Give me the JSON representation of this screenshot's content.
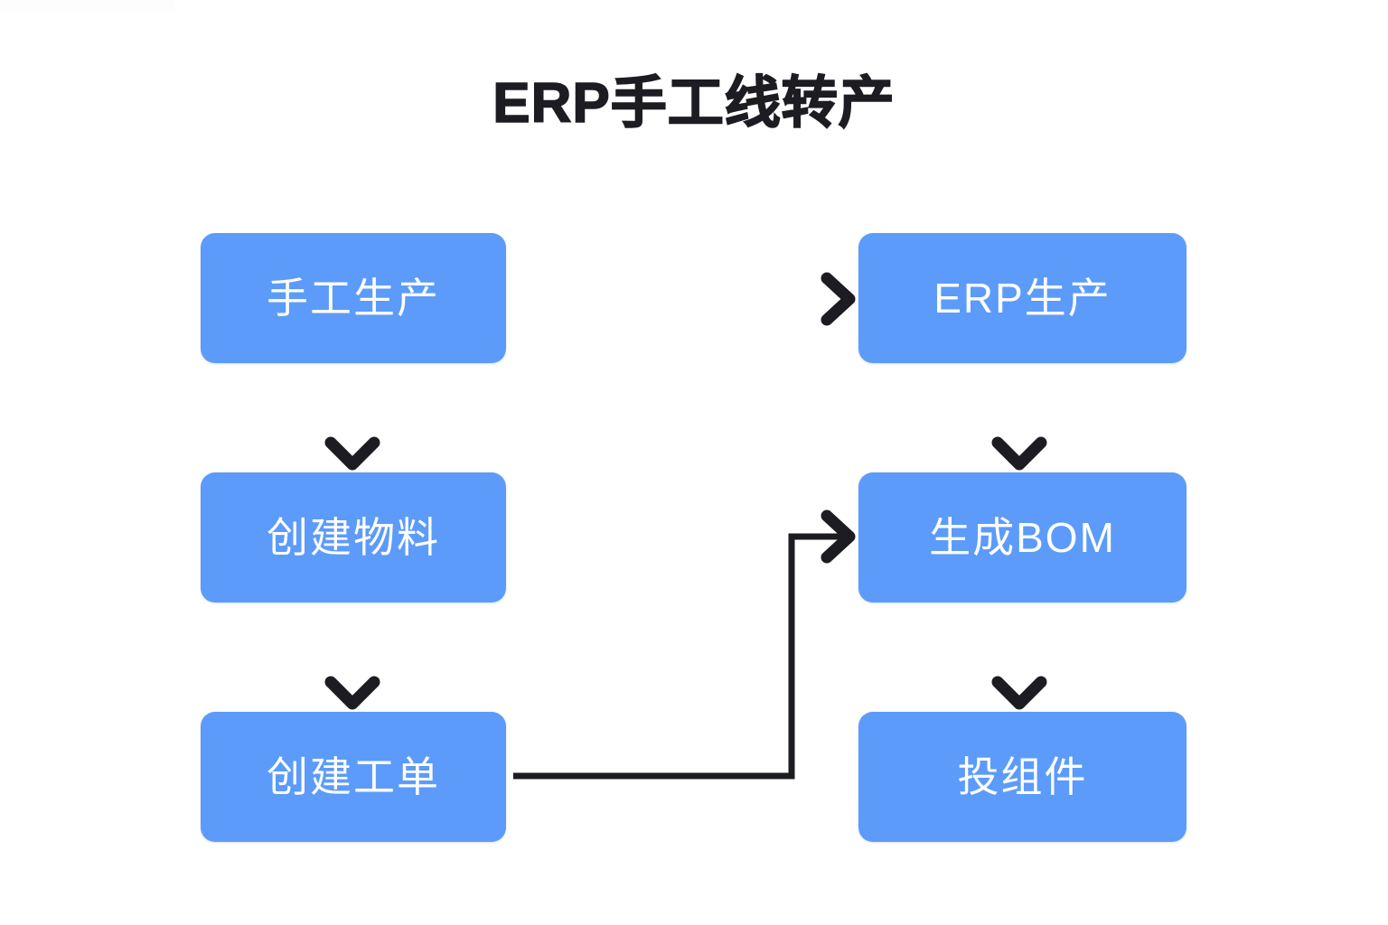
{
  "diagram": {
    "title": "ERP手工线转产",
    "background_color": "#ffffff",
    "title_color": "#1c1c22",
    "node_fill_color": "#5c9bfa",
    "node_text_color": "#ffffff",
    "connector_color": "#1c1c22",
    "type": "flowchart"
  },
  "nodes": [
    {
      "id": "manual-production",
      "label": "手工生产",
      "column": "left",
      "row": 1
    },
    {
      "id": "create-material",
      "label": "创建物料",
      "column": "left",
      "row": 2
    },
    {
      "id": "create-workorder",
      "label": "创建工单",
      "column": "left",
      "row": 3
    },
    {
      "id": "erp-production",
      "label": "ERP生产",
      "column": "right",
      "row": 1
    },
    {
      "id": "generate-bom",
      "label": "生成BOM",
      "column": "right",
      "row": 2
    },
    {
      "id": "issue-components",
      "label": "投组件",
      "column": "right",
      "row": 3
    }
  ],
  "edges": [
    {
      "id": "manual-to-erp",
      "from": "manual-production",
      "to": "erp-production",
      "style": "straight-horizontal",
      "label": ""
    },
    {
      "id": "manual-to-material",
      "from": "manual-production",
      "to": "create-material",
      "style": "straight-vertical",
      "label": ""
    },
    {
      "id": "material-to-workorder",
      "from": "create-material",
      "to": "create-workorder",
      "style": "straight-vertical",
      "label": ""
    },
    {
      "id": "workorder-to-bom",
      "from": "create-workorder",
      "to": "generate-bom",
      "style": "elbow",
      "label": ""
    },
    {
      "id": "erp-to-bom",
      "from": "erp-production",
      "to": "generate-bom",
      "style": "straight-vertical",
      "label": ""
    },
    {
      "id": "bom-to-components",
      "from": "generate-bom",
      "to": "issue-components",
      "style": "straight-vertical",
      "label": ""
    }
  ]
}
